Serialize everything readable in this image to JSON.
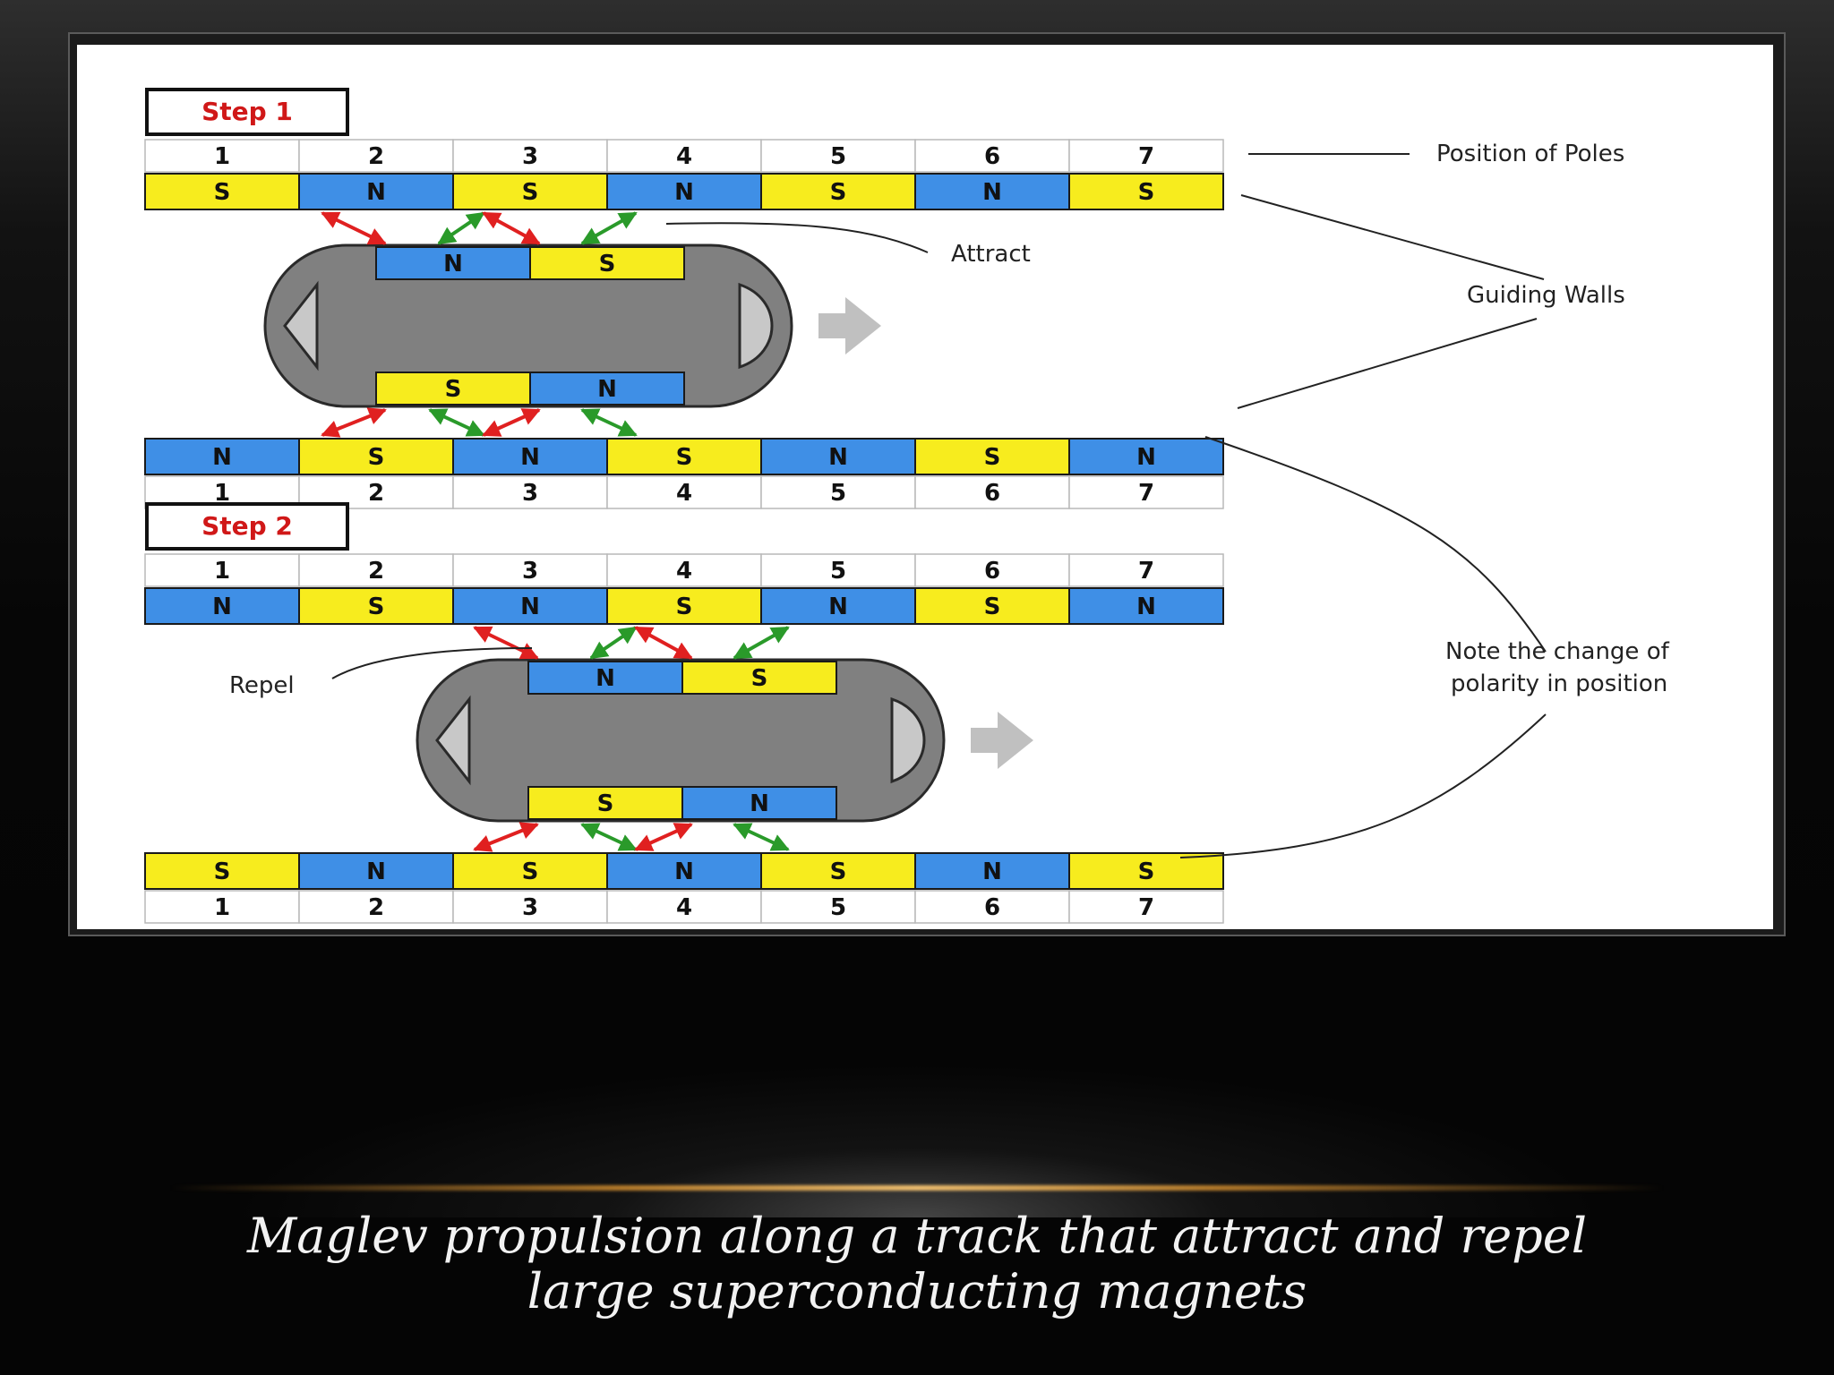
{
  "diagram": {
    "colors": {
      "north": "#3f8fe6",
      "south": "#f7ec1e",
      "attract_arrow": "#2a9a2a",
      "repel_arrow": "#e02020",
      "step_label": "#d01818",
      "train_body": "#808080",
      "motion_arrow": "#c0c0c0"
    },
    "steps": [
      {
        "label": "Step 1",
        "top_numbers": [
          "1",
          "2",
          "3",
          "4",
          "5",
          "6",
          "7"
        ],
        "top_track": [
          "S",
          "N",
          "S",
          "N",
          "S",
          "N",
          "S"
        ],
        "train_top": [
          "N",
          "S"
        ],
        "train_bottom": [
          "S",
          "N"
        ],
        "bottom_track": [
          "N",
          "S",
          "N",
          "S",
          "N",
          "S",
          "N"
        ],
        "bottom_numbers": [
          "1",
          "2",
          "3",
          "4",
          "5",
          "6",
          "7"
        ]
      },
      {
        "label": "Step 2",
        "top_numbers": [
          "1",
          "2",
          "3",
          "4",
          "5",
          "6",
          "7"
        ],
        "top_track": [
          "N",
          "S",
          "N",
          "S",
          "N",
          "S",
          "N"
        ],
        "train_top": [
          "N",
          "S"
        ],
        "train_bottom": [
          "S",
          "N"
        ],
        "bottom_track": [
          "S",
          "N",
          "S",
          "N",
          "S",
          "N",
          "S"
        ],
        "bottom_numbers": [
          "1",
          "2",
          "3",
          "4",
          "5",
          "6",
          "7"
        ]
      }
    ],
    "annotations": {
      "position_of_poles": "Position of Poles",
      "attract": "Attract",
      "guiding_walls": "Guiding Walls",
      "repel": "Repel",
      "note_line1": "Note the change of",
      "note_line2": "polarity in position"
    }
  },
  "caption": {
    "line1": "Maglev propulsion along a track that attract and repel",
    "line2": "large superconducting magnets"
  }
}
